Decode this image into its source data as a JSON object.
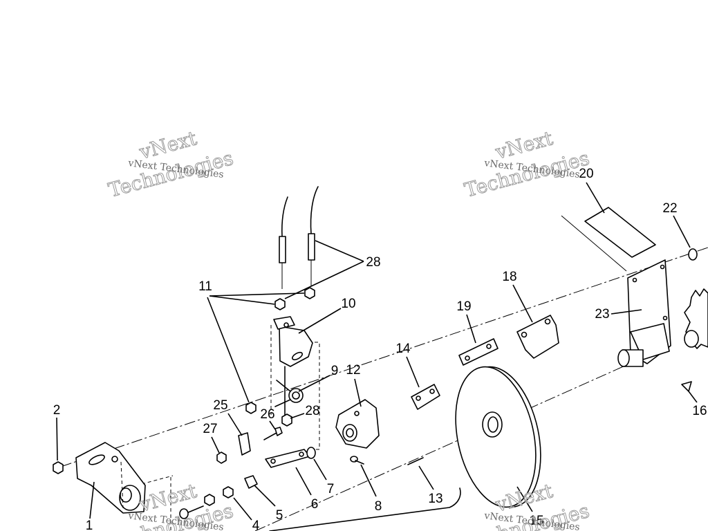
{
  "callouts": [
    "2",
    "1",
    "11",
    "28",
    "10",
    "9",
    "12",
    "25",
    "26",
    "28",
    "27",
    "14",
    "19",
    "18",
    "20",
    "22",
    "23",
    "16",
    "13",
    "15",
    "8",
    "7",
    "6",
    "5",
    "4"
  ],
  "watermark": {
    "small": "vNext Technologies",
    "large_line1": "vNext",
    "large_line2": "Technologies"
  },
  "colors": {
    "ink": "#000000",
    "watermark": "#9a9a9a",
    "background": "#ffffff"
  }
}
